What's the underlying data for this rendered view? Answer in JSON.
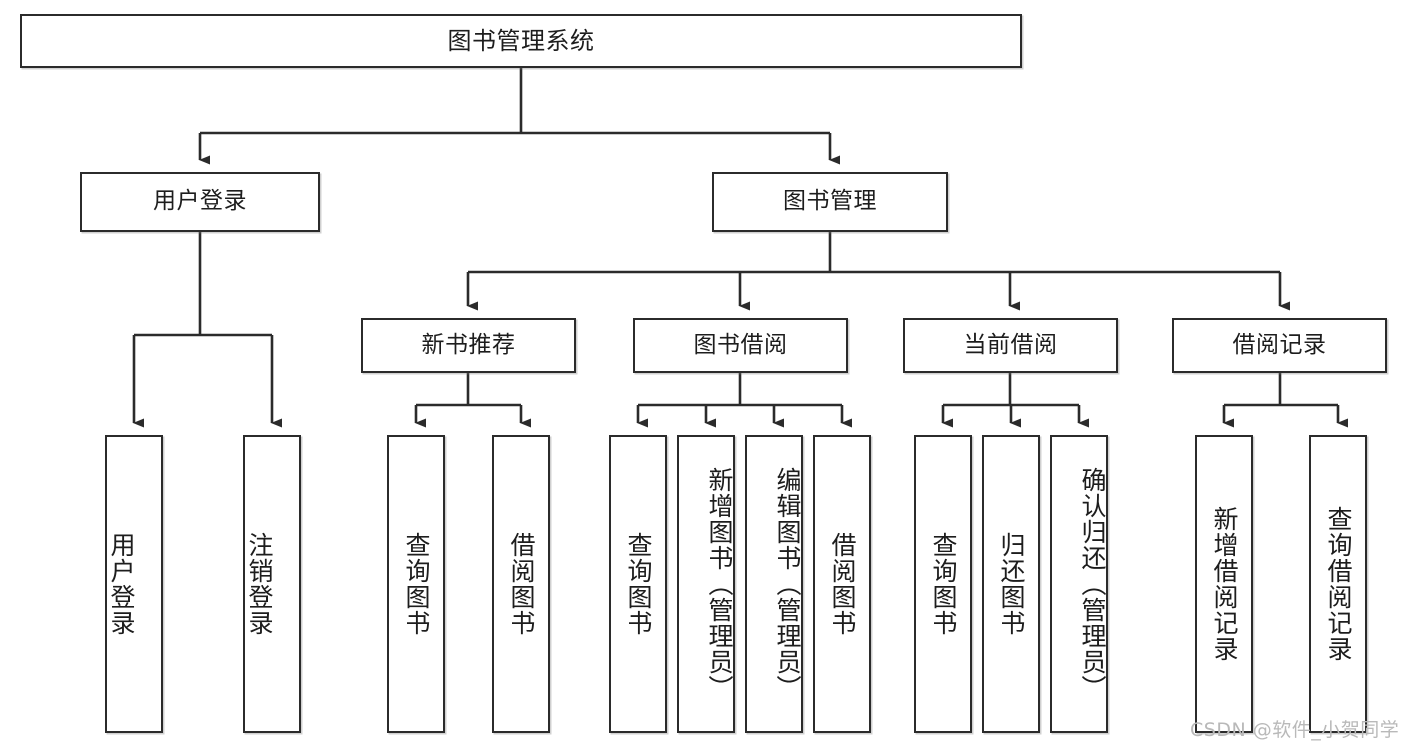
{
  "diagram": {
    "title": "图书管理系统",
    "type": "tree-hierarchy",
    "stroke_color": "#2b2b2b",
    "text_color": "#1d1d1d",
    "background_color": "#ffffff",
    "watermark_color": "#b9b9b9"
  },
  "root": {
    "label": "图书管理系统"
  },
  "level2": [
    {
      "label": "用户登录"
    },
    {
      "label": "图书管理"
    }
  ],
  "level3": [
    {
      "label": "新书推荐"
    },
    {
      "label": "图书借阅"
    },
    {
      "label": "当前借阅"
    },
    {
      "label": "借阅记录"
    }
  ],
  "leaves": {
    "user_login": [
      {
        "label": "用户登录"
      },
      {
        "label": "注销登录"
      }
    ],
    "new_book_recommend": [
      {
        "label": "查询图书"
      },
      {
        "label": "借阅图书"
      }
    ],
    "book_borrow": [
      {
        "label": "查询图书"
      },
      {
        "label": "新增图书（管理员）"
      },
      {
        "label": "编辑图书（管理员）"
      },
      {
        "label": "借阅图书"
      }
    ],
    "current_borrow": [
      {
        "label": "查询图书"
      },
      {
        "label": "归还图书"
      },
      {
        "label": "确认归还（管理员）"
      }
    ],
    "borrow_record": [
      {
        "label": "新增借阅记录"
      },
      {
        "label": "查询借阅记录"
      }
    ]
  },
  "watermark": {
    "text": "CSDN @软件_小贺同学"
  }
}
